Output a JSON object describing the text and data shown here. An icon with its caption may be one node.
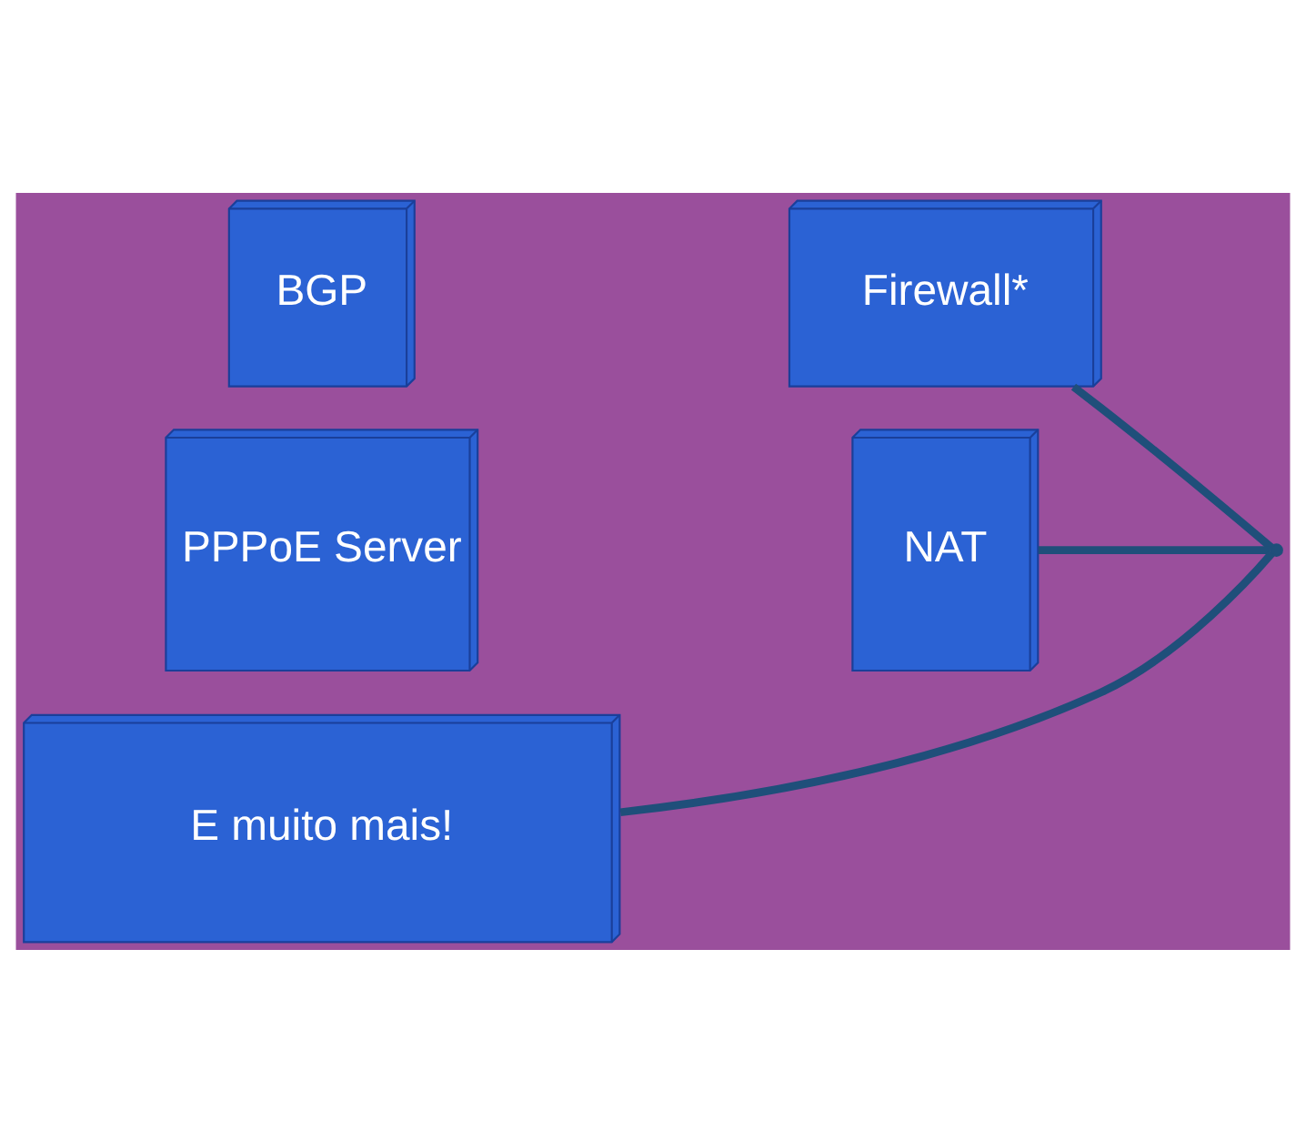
{
  "diagram": {
    "nodes": [
      {
        "text": [
          "BGP"
        ]
      },
      {
        "text": [
          "Firewall*"
        ]
      },
      {
        "text": [
          "PPPoE Server"
        ]
      },
      {
        "text": [
          "NAT"
        ]
      },
      {
        "text": [
          "E muito mais!"
        ]
      },
      {
        "text": [],
        "shape": "point"
      }
    ],
    "edges": [
      {
        "from": 1,
        "to": 5,
        "arrow": "none"
      },
      {
        "from": 3,
        "to": 5,
        "arrow": "none"
      },
      {
        "from": 4,
        "to": 5,
        "arrow": "none"
      }
    ]
  }
}
